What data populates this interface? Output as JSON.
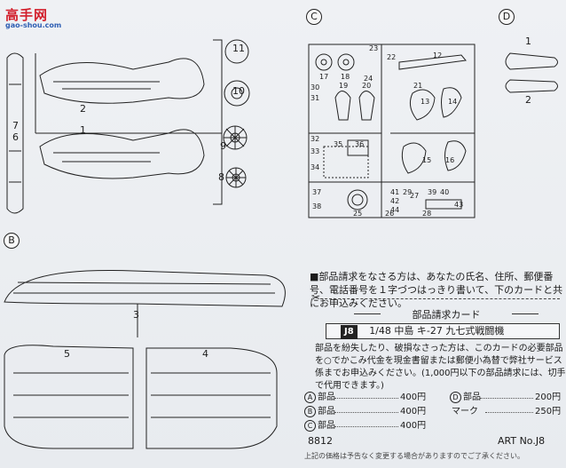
{
  "watermark": {
    "text": "高手网",
    "subtext": "gao-shou.com"
  },
  "sections": {
    "b": "B",
    "c": "C",
    "d": "D"
  },
  "part_numbers": {
    "a": [
      "11",
      "10",
      "9",
      "8",
      "7",
      "6",
      "2",
      "1"
    ],
    "b": [
      "3",
      "5",
      "4"
    ],
    "c": [
      "23",
      "22",
      "24",
      "12",
      "17",
      "18",
      "19",
      "20",
      "21",
      "13",
      "14",
      "30",
      "31",
      "32",
      "33",
      "34",
      "35",
      "36",
      "15",
      "16",
      "37",
      "38",
      "25",
      "26",
      "27",
      "28",
      "29",
      "39",
      "40",
      "41",
      "42",
      "43",
      "44"
    ],
    "d": [
      "1",
      "2"
    ]
  },
  "card": {
    "request_text": "■部品請求をなさる方は、あなたの氏名、住所、郵便番号、電話番号を１字づつはっきり書いて、下のカードと共にお申込みください。",
    "title": "部品請求カード",
    "product_code": "J8",
    "product_name": "1/48 中島 キ-27 九七式戦闘機",
    "description": "部品を紛失したり、破損なさった方は、このカードの必要部品を○でかこみ代金を現金書留または郵便小為替で弊社サービス係までお申込みください。(1,000円以下の部品請求には、切手で代用できます。)",
    "prices": [
      {
        "mark": "A",
        "label": "部品",
        "price": "400円"
      },
      {
        "mark": "B",
        "label": "部品",
        "price": "400円"
      },
      {
        "mark": "C",
        "label": "部品",
        "price": "400円"
      },
      {
        "mark": "D",
        "label": "部品",
        "price": "200円"
      },
      {
        "mark": "",
        "label": "マーク",
        "price": "250円"
      }
    ],
    "catalog_no": "8812",
    "art_no": "ART No.J8",
    "footnote": "上記の価格は予告なく変更する場合がありますのでご了承ください。"
  }
}
